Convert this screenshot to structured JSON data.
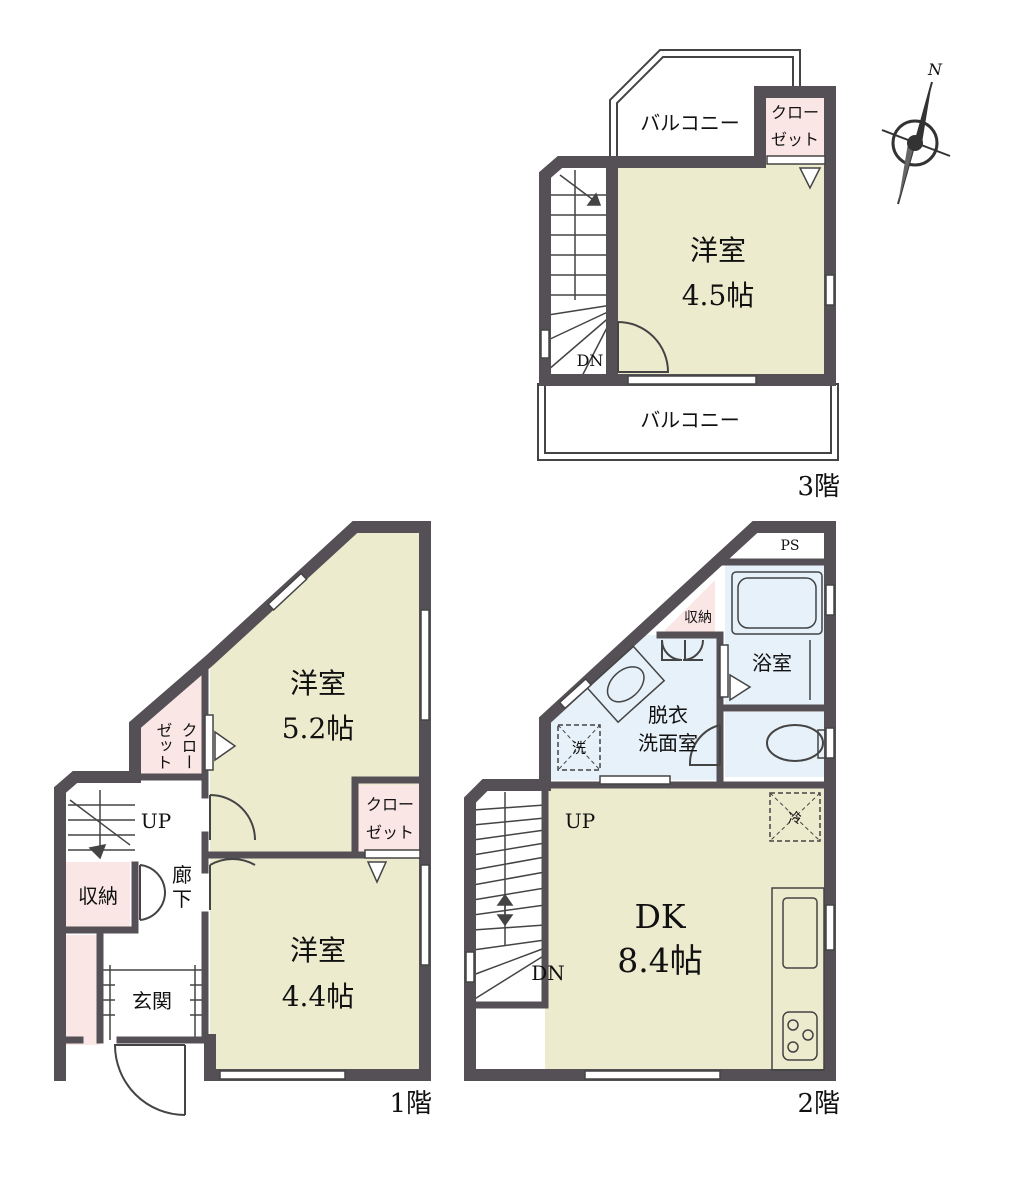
{
  "floors": {
    "third": {
      "label": "3階",
      "balcony_top": "バルコニー",
      "balcony_bottom": "バルコニー",
      "closet_line1": "クロー",
      "closet_line2": "ゼット",
      "room_name": "洋室",
      "room_size": "4.5帖",
      "stair_dn": "DN"
    },
    "second": {
      "label": "2階",
      "ps": "PS",
      "storage": "収納",
      "bath": "浴室",
      "wash_line1": "脱衣",
      "wash_line2": "洗面室",
      "washer": "洗",
      "fridge": "冷",
      "room_name": "DK",
      "room_size": "8.4帖",
      "stair_up": "UP",
      "stair_dn": "DN"
    },
    "first": {
      "label": "1階",
      "closet_a_line1": "クロー",
      "closet_a_line2": "ゼット",
      "closet_b_line1": "クロー",
      "closet_b_line2": "ゼット",
      "room_a_name": "洋室",
      "room_a_size": "5.2帖",
      "room_b_name": "洋室",
      "room_b_size": "4.4帖",
      "hall_line1": "廊",
      "hall_line2": "下",
      "storage": "収納",
      "entrance": "玄関",
      "stair_up": "UP"
    }
  },
  "compass": {
    "north": "N"
  },
  "colors": {
    "room": "#ecebce",
    "closet": "#fbe6e6",
    "wet_area": "#e6f1f9",
    "wall": "#555055",
    "floor_bg": "#ffffff"
  }
}
